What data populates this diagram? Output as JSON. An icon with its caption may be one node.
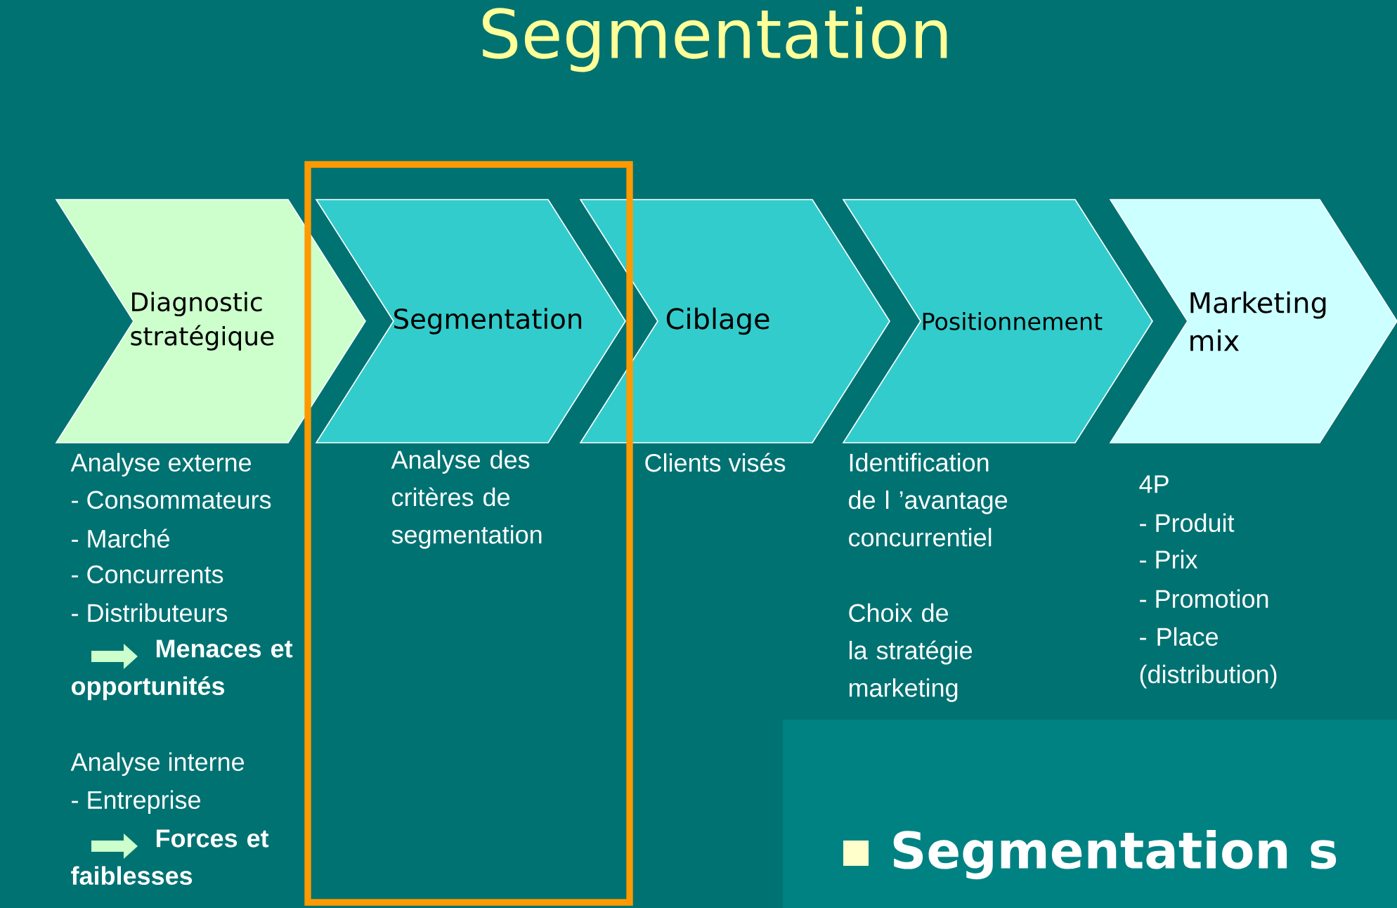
{
  "diagram": {
    "title": "Segmentation",
    "nodes": [
      {
        "text": [
          "Diagnostic stratégique"
        ],
        "beside": [
          "Analyse externe",
          "- Consommateurs",
          "- Marché",
          "- Concurrents",
          "- Distributeurs",
          "Menaces et opportunités",
          "Analyse interne",
          "- Entreprise",
          "Forces et faiblesses"
        ]
      },
      {
        "text": [
          "Segmentation"
        ],
        "beside": [
          "Analyse des critères de segmentation"
        ]
      },
      {
        "text": [
          "Ciblage"
        ],
        "beside": [
          "Clients visés"
        ]
      },
      {
        "text": [
          "Positionnement"
        ],
        "beside": [
          "Identification de l ’avantage concurrentiel"
        ]
      },
      {
        "text": [
          "Marketing mix"
        ],
        "beside": [
          "4P",
          "- Produit",
          "- Prix",
          "- Promotion",
          "- Place (distribution)"
        ]
      },
      {
        "text": [
          "Segmentation s"
        ]
      }
    ],
    "labels": [
      "Choix de la stratégie marketing"
    ]
  }
}
